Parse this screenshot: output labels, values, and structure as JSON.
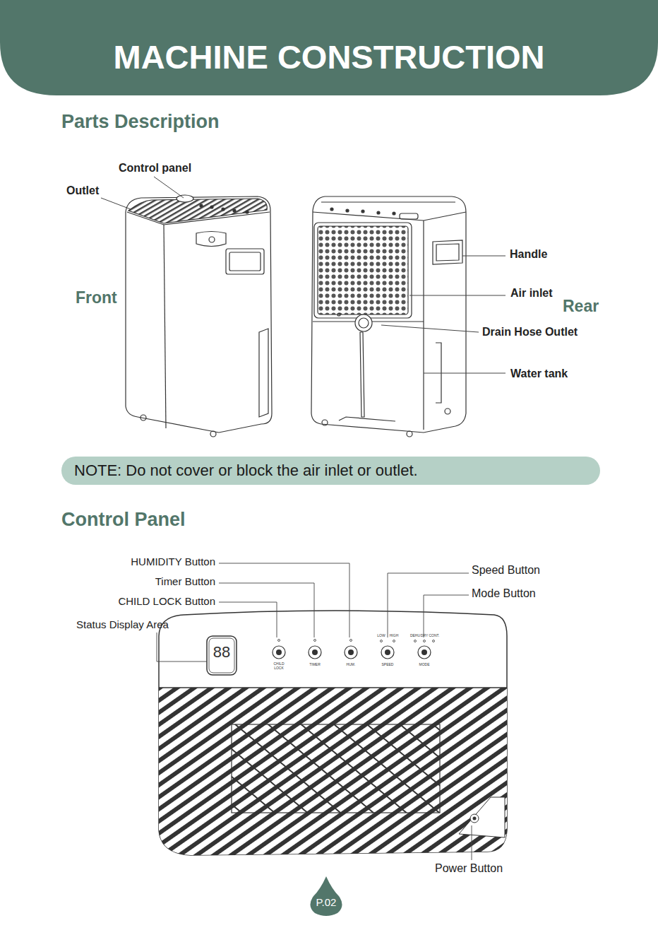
{
  "diagram": {
    "title": "MACHINE CONSTRUCTION",
    "nodes": [
      {
        "text": [
          "NOTE: Do not cover or block the air inlet or outlet."
        ]
      },
      {
        "text": [
          "P.02"
        ]
      }
    ],
    "labels": [
      "Parts Description",
      "Control panel",
      "Outlet",
      "Front",
      "Handle",
      "Air inlet",
      "Rear",
      "Drain Hose Outlet",
      "Water tank",
      "Control Panel",
      "HUMIDITY Button",
      "Timer Button",
      "CHILD LOCK Button",
      "Status Display Area",
      "Speed Button",
      "Mode Button",
      "Power Button",
      "88",
      "CHILD LOCK",
      "TIMER",
      "HUM.",
      "LOW",
      "HIGH",
      "SPEED",
      "DEHU",
      "DRY",
      "CONT.",
      "MODE"
    ]
  }
}
